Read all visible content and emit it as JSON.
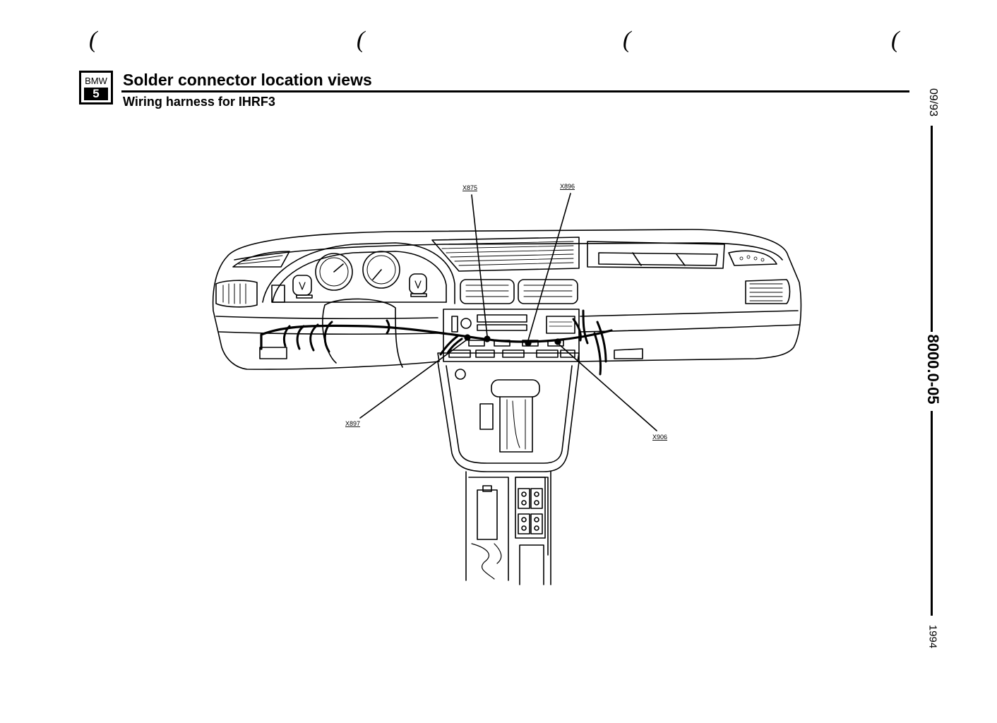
{
  "header": {
    "logo_top": "BMW",
    "logo_number": "5",
    "title": "Solder connector location views",
    "subtitle": "Wiring harness for IHRF3"
  },
  "side": {
    "date": "09/93",
    "code": "8000.0-05",
    "year": "1994"
  },
  "connectors": [
    {
      "id": "X875"
    },
    {
      "id": "X896"
    },
    {
      "id": "X897"
    },
    {
      "id": "X906"
    }
  ]
}
